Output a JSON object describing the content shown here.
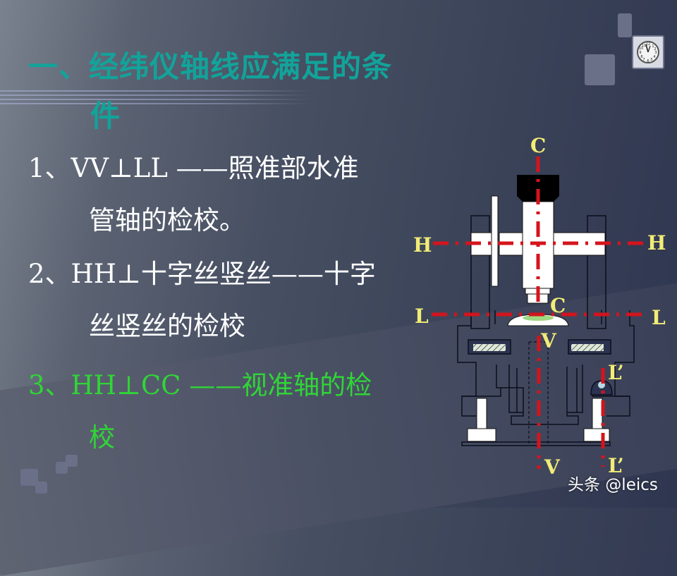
{
  "slide": {
    "title_line1": "一、经纬仪轴线应满足的条",
    "title_line2": "件",
    "items": [
      {
        "line1": "1、VV⊥LL ——照准部水准",
        "line2": "管轴的检校。",
        "color": "#ffffff"
      },
      {
        "line1": "2、HH⊥十字丝竖丝——十字",
        "line2": "丝竖丝的检校",
        "color": "#ffffff"
      },
      {
        "line1": "3、HH⊥CC ——视准轴的检",
        "line2": "校",
        "color": "#2fd636"
      }
    ],
    "title_color": "#12a39a"
  },
  "diagram": {
    "labels": {
      "c_top": "C",
      "h_left": "H",
      "h_right": "H",
      "c_mid": "C",
      "l_left": "L",
      "l_right": "L",
      "v_top": "V",
      "l_prime_top": "L’",
      "v_bottom": "V",
      "l_prime_bottom": "L’"
    },
    "axis_color": "#d4141c",
    "label_color": "#f2ec76"
  },
  "decor": {
    "clock_icon": "clock-icon"
  },
  "watermark": "头条 @leics"
}
